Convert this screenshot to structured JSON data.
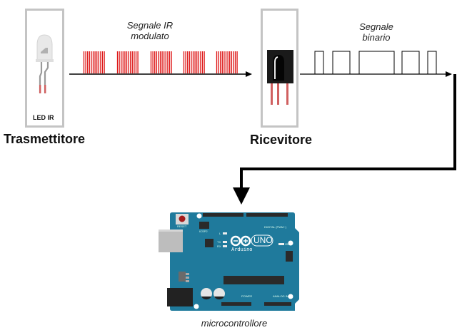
{
  "transmitter": {
    "component_label": "LED IR",
    "title": "Trasmettitore"
  },
  "modulated_signal": {
    "caption_line1": "Segnale IR",
    "caption_line2": "modulato",
    "burst_count": 5,
    "burst_color": "#dd1111"
  },
  "receiver": {
    "title": "Ricevitore"
  },
  "binary_signal": {
    "caption_line1": "Segnale",
    "caption_line2": "binario",
    "pulse_count": 5
  },
  "microcontroller": {
    "caption": "microcontrollore",
    "board_color": "#1f7a9c",
    "logo_text": "UNO",
    "brand_text": "Arduino",
    "labels": {
      "reset": "RESET",
      "icsp2": "ICSP2",
      "led_l": "L",
      "tx": "TX",
      "rx": "RX",
      "on": "ON",
      "digital": "DIGITAL (PWM~)",
      "power": "POWER",
      "analog": "ANALOG IN",
      "icsp": "ICSP"
    }
  },
  "colors": {
    "box_border": "#c4c4c4",
    "signal_line": "#000000",
    "lead_red": "#d06060"
  }
}
